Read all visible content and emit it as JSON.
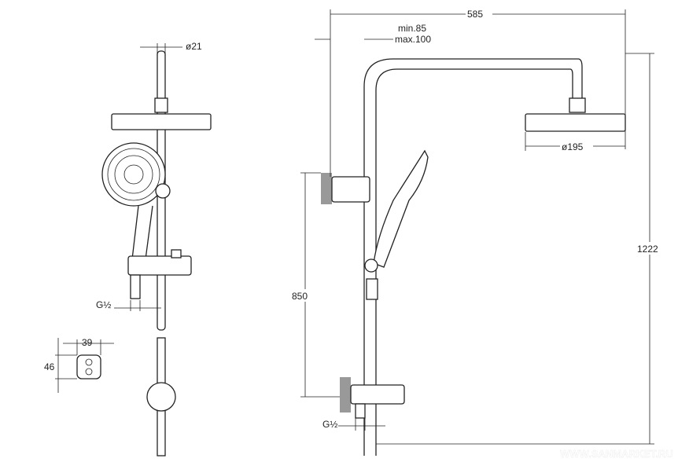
{
  "front_view": {
    "top_pipe_diameter": "ø21",
    "inlet_thread": "G½",
    "holder_width": "39",
    "holder_height": "46"
  },
  "side_view": {
    "overall_width": "585",
    "wall_distance_min": "min.85",
    "wall_distance_max": "max.100",
    "head_diameter": "ø195",
    "overall_height": "1222",
    "mixer_to_bracket_height": "850",
    "inlet_thread": "G½"
  },
  "watermark": "WWW.SANMARKET.RU"
}
